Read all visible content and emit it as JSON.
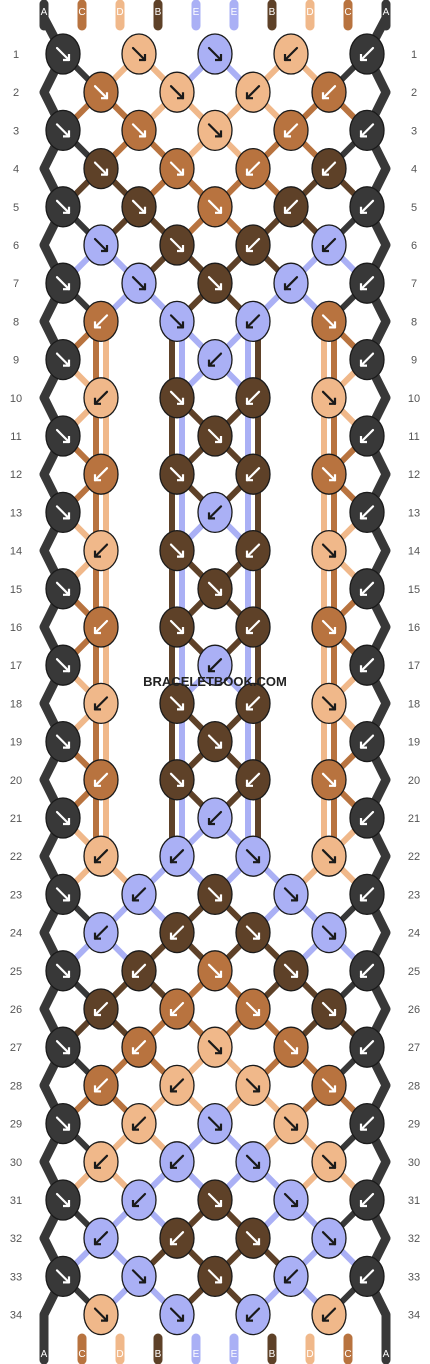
{
  "watermark": "BRACELETBOOK.COM",
  "colors": {
    "A": "#383838",
    "B": "#5e4128",
    "C": "#b8733f",
    "D": "#f0b88a",
    "E": "#aab0f5"
  },
  "top_labels": [
    "A",
    "C",
    "D",
    "B",
    "E",
    "E",
    "B",
    "D",
    "C",
    "A"
  ],
  "bottom_labels": [
    "A",
    "C",
    "D",
    "B",
    "E",
    "E",
    "B",
    "D",
    "C",
    "A"
  ],
  "row_numbers": [
    "1",
    "2",
    "3",
    "4",
    "5",
    "6",
    "7",
    "8",
    "9",
    "10",
    "11",
    "12",
    "13",
    "14",
    "15",
    "16",
    "17",
    "18",
    "19",
    "20",
    "21",
    "22",
    "23",
    "24",
    "25",
    "26",
    "27",
    "28",
    "29",
    "30",
    "31",
    "32",
    "33",
    "34"
  ],
  "rows": [
    [
      {
        "c": "A",
        "d": "R"
      },
      {
        "c": "D",
        "d": "R"
      },
      {
        "c": "E",
        "d": "R"
      },
      {
        "c": "D",
        "d": "L"
      },
      {
        "c": "A",
        "d": "L"
      }
    ],
    [
      {
        "c": "C",
        "d": "R"
      },
      {
        "c": "D",
        "d": "R"
      },
      {
        "c": "D",
        "d": "L"
      },
      {
        "c": "C",
        "d": "L"
      }
    ],
    [
      {
        "c": "A",
        "d": "R"
      },
      {
        "c": "C",
        "d": "R"
      },
      {
        "c": "D",
        "d": "R"
      },
      {
        "c": "C",
        "d": "L"
      },
      {
        "c": "A",
        "d": "L"
      }
    ],
    [
      {
        "c": "B",
        "d": "R"
      },
      {
        "c": "C",
        "d": "R"
      },
      {
        "c": "C",
        "d": "L"
      },
      {
        "c": "B",
        "d": "L"
      }
    ],
    [
      {
        "c": "A",
        "d": "R"
      },
      {
        "c": "B",
        "d": "R"
      },
      {
        "c": "C",
        "d": "R"
      },
      {
        "c": "B",
        "d": "L"
      },
      {
        "c": "A",
        "d": "L"
      }
    ],
    [
      {
        "c": "E",
        "d": "R"
      },
      {
        "c": "B",
        "d": "R"
      },
      {
        "c": "B",
        "d": "L"
      },
      {
        "c": "E",
        "d": "L"
      }
    ],
    [
      {
        "c": "A",
        "d": "R"
      },
      {
        "c": "E",
        "d": "R"
      },
      {
        "c": "B",
        "d": "R"
      },
      {
        "c": "E",
        "d": "L"
      },
      {
        "c": "A",
        "d": "L"
      }
    ],
    [
      {
        "c": "C",
        "d": "L"
      },
      {
        "c": "E",
        "d": "R"
      },
      {
        "c": "E",
        "d": "L"
      },
      {
        "c": "C",
        "d": "R"
      }
    ],
    [
      {
        "c": "A",
        "d": "R"
      },
      {
        "c": "E",
        "d": "L"
      },
      {
        "c": "A",
        "d": "L"
      }
    ],
    [
      {
        "c": "D",
        "d": "L"
      },
      {
        "c": "B",
        "d": "R"
      },
      {
        "c": "B",
        "d": "L"
      },
      {
        "c": "D",
        "d": "R"
      }
    ],
    [
      {
        "c": "A",
        "d": "R"
      },
      {
        "c": "B",
        "d": "R"
      },
      {
        "c": "A",
        "d": "L"
      }
    ],
    [
      {
        "c": "C",
        "d": "L"
      },
      {
        "c": "B",
        "d": "R"
      },
      {
        "c": "B",
        "d": "L"
      },
      {
        "c": "C",
        "d": "R"
      }
    ],
    [
      {
        "c": "A",
        "d": "R"
      },
      {
        "c": "E",
        "d": "L"
      },
      {
        "c": "A",
        "d": "L"
      }
    ],
    [
      {
        "c": "D",
        "d": "L"
      },
      {
        "c": "B",
        "d": "R"
      },
      {
        "c": "B",
        "d": "L"
      },
      {
        "c": "D",
        "d": "R"
      }
    ],
    [
      {
        "c": "A",
        "d": "R"
      },
      {
        "c": "B",
        "d": "R"
      },
      {
        "c": "A",
        "d": "L"
      }
    ],
    [
      {
        "c": "C",
        "d": "L"
      },
      {
        "c": "B",
        "d": "R"
      },
      {
        "c": "B",
        "d": "L"
      },
      {
        "c": "C",
        "d": "R"
      }
    ],
    [
      {
        "c": "A",
        "d": "R"
      },
      {
        "c": "E",
        "d": "L"
      },
      {
        "c": "A",
        "d": "L"
      }
    ],
    [
      {
        "c": "D",
        "d": "L"
      },
      {
        "c": "B",
        "d": "R"
      },
      {
        "c": "B",
        "d": "L"
      },
      {
        "c": "D",
        "d": "R"
      }
    ],
    [
      {
        "c": "A",
        "d": "R"
      },
      {
        "c": "B",
        "d": "R"
      },
      {
        "c": "A",
        "d": "L"
      }
    ],
    [
      {
        "c": "C",
        "d": "L"
      },
      {
        "c": "B",
        "d": "R"
      },
      {
        "c": "B",
        "d": "L"
      },
      {
        "c": "C",
        "d": "R"
      }
    ],
    [
      {
        "c": "A",
        "d": "R"
      },
      {
        "c": "E",
        "d": "L"
      },
      {
        "c": "A",
        "d": "L"
      }
    ],
    [
      {
        "c": "D",
        "d": "L"
      },
      {
        "c": "E",
        "d": "L"
      },
      {
        "c": "E",
        "d": "R"
      },
      {
        "c": "D",
        "d": "R"
      }
    ],
    [
      {
        "c": "A",
        "d": "R"
      },
      {
        "c": "E",
        "d": "L"
      },
      {
        "c": "B",
        "d": "R"
      },
      {
        "c": "E",
        "d": "R"
      },
      {
        "c": "A",
        "d": "L"
      }
    ],
    [
      {
        "c": "E",
        "d": "L"
      },
      {
        "c": "B",
        "d": "L"
      },
      {
        "c": "B",
        "d": "R"
      },
      {
        "c": "E",
        "d": "R"
      }
    ],
    [
      {
        "c": "A",
        "d": "R"
      },
      {
        "c": "B",
        "d": "L"
      },
      {
        "c": "C",
        "d": "R"
      },
      {
        "c": "B",
        "d": "R"
      },
      {
        "c": "A",
        "d": "L"
      }
    ],
    [
      {
        "c": "B",
        "d": "L"
      },
      {
        "c": "C",
        "d": "L"
      },
      {
        "c": "C",
        "d": "R"
      },
      {
        "c": "B",
        "d": "R"
      }
    ],
    [
      {
        "c": "A",
        "d": "R"
      },
      {
        "c": "C",
        "d": "L"
      },
      {
        "c": "D",
        "d": "R"
      },
      {
        "c": "C",
        "d": "R"
      },
      {
        "c": "A",
        "d": "L"
      }
    ],
    [
      {
        "c": "C",
        "d": "L"
      },
      {
        "c": "D",
        "d": "L"
      },
      {
        "c": "D",
        "d": "R"
      },
      {
        "c": "C",
        "d": "R"
      }
    ],
    [
      {
        "c": "A",
        "d": "R"
      },
      {
        "c": "D",
        "d": "L"
      },
      {
        "c": "E",
        "d": "R"
      },
      {
        "c": "D",
        "d": "R"
      },
      {
        "c": "A",
        "d": "L"
      }
    ],
    [
      {
        "c": "D",
        "d": "L"
      },
      {
        "c": "E",
        "d": "L"
      },
      {
        "c": "E",
        "d": "R"
      },
      {
        "c": "D",
        "d": "R"
      }
    ],
    [
      {
        "c": "A",
        "d": "R"
      },
      {
        "c": "E",
        "d": "L"
      },
      {
        "c": "B",
        "d": "R"
      },
      {
        "c": "E",
        "d": "R"
      },
      {
        "c": "A",
        "d": "L"
      }
    ],
    [
      {
        "c": "E",
        "d": "L"
      },
      {
        "c": "B",
        "d": "L"
      },
      {
        "c": "B",
        "d": "R"
      },
      {
        "c": "E",
        "d": "R"
      }
    ],
    [
      {
        "c": "A",
        "d": "R"
      },
      {
        "c": "E",
        "d": "R"
      },
      {
        "c": "B",
        "d": "R"
      },
      {
        "c": "E",
        "d": "L"
      },
      {
        "c": "A",
        "d": "L"
      }
    ],
    [
      {
        "c": "D",
        "d": "R"
      },
      {
        "c": "E",
        "d": "R"
      },
      {
        "c": "E",
        "d": "L"
      },
      {
        "c": "D",
        "d": "L"
      }
    ]
  ]
}
